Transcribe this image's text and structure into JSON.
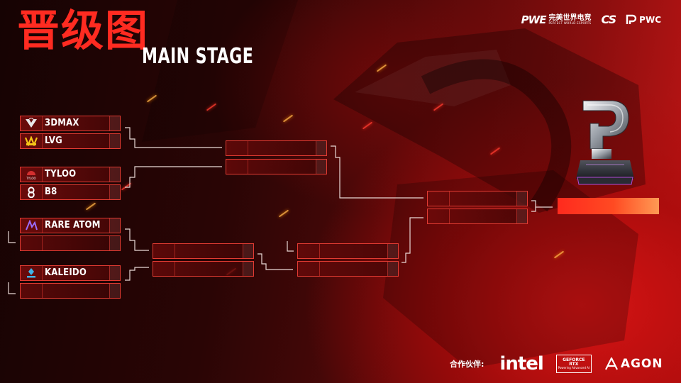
{
  "header": {
    "title_cn": "晋级图",
    "title_en": "MAIN STAGE"
  },
  "brand": {
    "pwe_mark": "PWE",
    "pwe_cn": "完美世界电竞",
    "pwe_en": "PERFECT WORLD ESPORTS",
    "cs_logo": "CS",
    "pwc_label": "PWC"
  },
  "bracket": {
    "teams": [
      {
        "name": "3DMAX",
        "icon": "3dmax-logo-icon"
      },
      {
        "name": "LVG",
        "icon": "lvg-logo-icon"
      },
      {
        "name": "TYLOO",
        "icon": "tyloo-logo-icon"
      },
      {
        "name": "B8",
        "icon": "b8-logo-icon"
      },
      {
        "name": "RARE ATOM",
        "icon": "rare-atom-logo-icon"
      },
      {
        "name": "",
        "icon": ""
      },
      {
        "name": "KALEIDO",
        "icon": "kaleido-logo-icon"
      },
      {
        "name": "",
        "icon": ""
      }
    ]
  },
  "partners": {
    "label": "合作伙伴:",
    "intel": "intel",
    "nvidia_top": "GEFORCE",
    "nvidia_mid": "RTX",
    "nvidia_bot": "Powering Advanced AI",
    "agon": "AGON"
  },
  "colors": {
    "accent": "#e23b32",
    "champion_bar": "#ff2a1e",
    "title_red": "#ff2b21"
  }
}
